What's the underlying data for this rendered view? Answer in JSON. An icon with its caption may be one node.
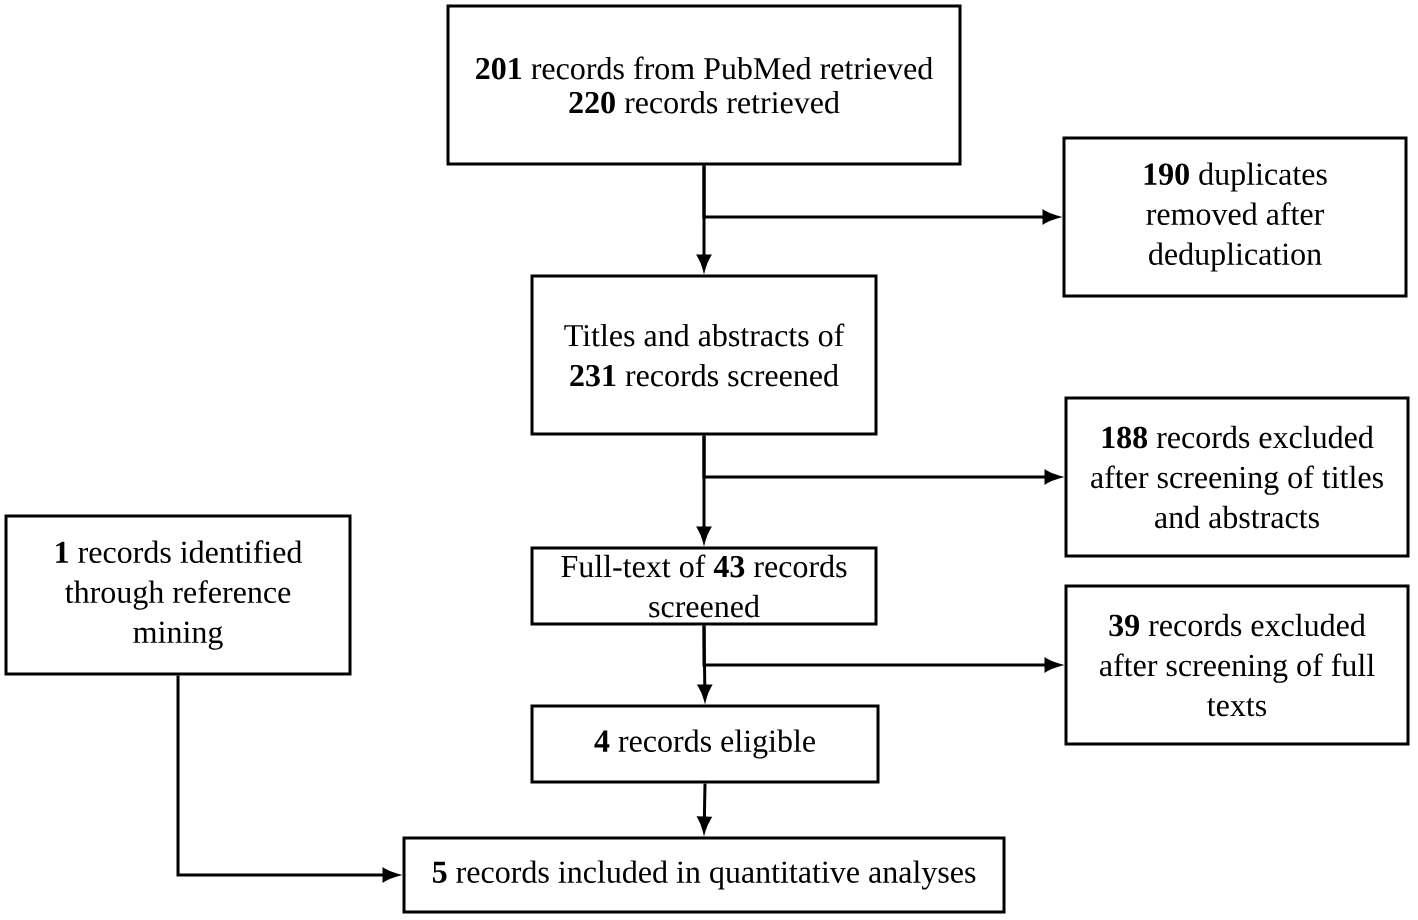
{
  "diagram": {
    "nodes": [
      {
        "text": [
          "**201** records from PubMed retrieved",
          "**220** records retrieved"
        ]
      },
      {
        "text": [
          "**190** duplicates removed after deduplication"
        ]
      },
      {
        "text": [
          "Titles and abstracts of **231** records screened"
        ]
      },
      {
        "text": [
          "**188** records excluded after screening of titles and abstracts"
        ]
      },
      {
        "text": [
          "**1** records identified through reference mining"
        ]
      },
      {
        "text": [
          "Full-text of **43** records screened"
        ]
      },
      {
        "text": [
          "**39** records excluded after screening of full texts"
        ]
      },
      {
        "text": [
          "**4** records eligible"
        ]
      },
      {
        "text": [
          "**5** records included in quantitative analyses"
        ]
      }
    ],
    "edges": [
      {
        "from": 0,
        "to": 1,
        "arrow": "to"
      },
      {
        "from": 0,
        "to": 2,
        "arrow": "to"
      },
      {
        "from": 2,
        "to": 3,
        "arrow": "to"
      },
      {
        "from": 2,
        "to": 5,
        "arrow": "to"
      },
      {
        "from": 5,
        "to": 6,
        "arrow": "to"
      },
      {
        "from": 5,
        "to": 7,
        "arrow": "to"
      },
      {
        "from": 7,
        "to": 8,
        "arrow": "to"
      },
      {
        "from": 4,
        "to": 8,
        "arrow": "to"
      }
    ]
  }
}
